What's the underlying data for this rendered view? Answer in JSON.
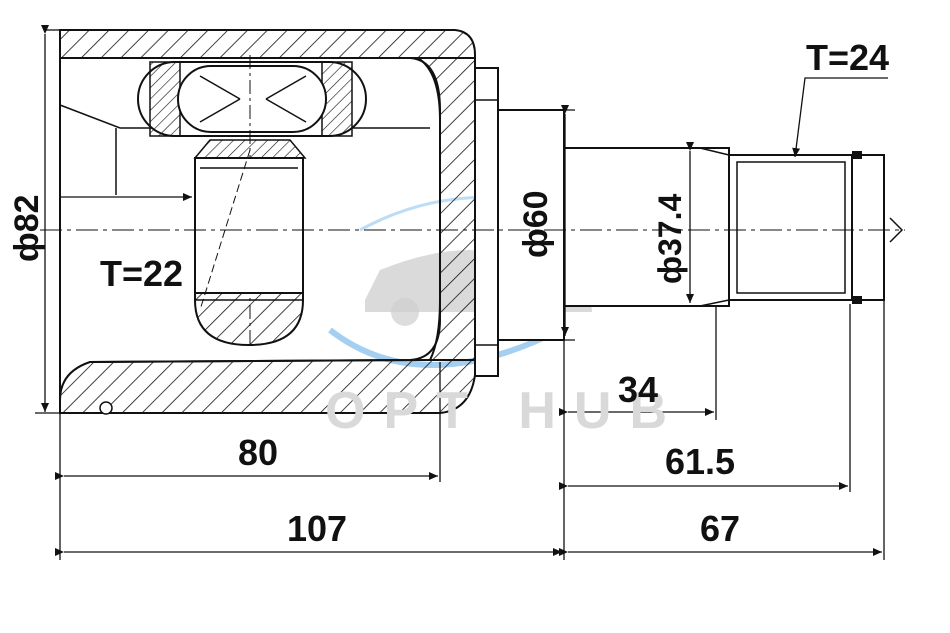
{
  "watermark": {
    "text": "OPT HUB"
  },
  "dimensions": {
    "outer_diameter": "ф82",
    "inner_diameter": "ф60",
    "shaft_diameter": "ф37.4",
    "inner_teeth": "T=22",
    "outer_teeth": "T=24",
    "length_34": "34",
    "length_61_5": "61.5",
    "length_67": "67",
    "length_80": "80",
    "length_107": "107"
  },
  "colors": {
    "line": "#111111",
    "watermark_blue": "#5aa7e6",
    "watermark_gray": "#d9d9d9"
  }
}
